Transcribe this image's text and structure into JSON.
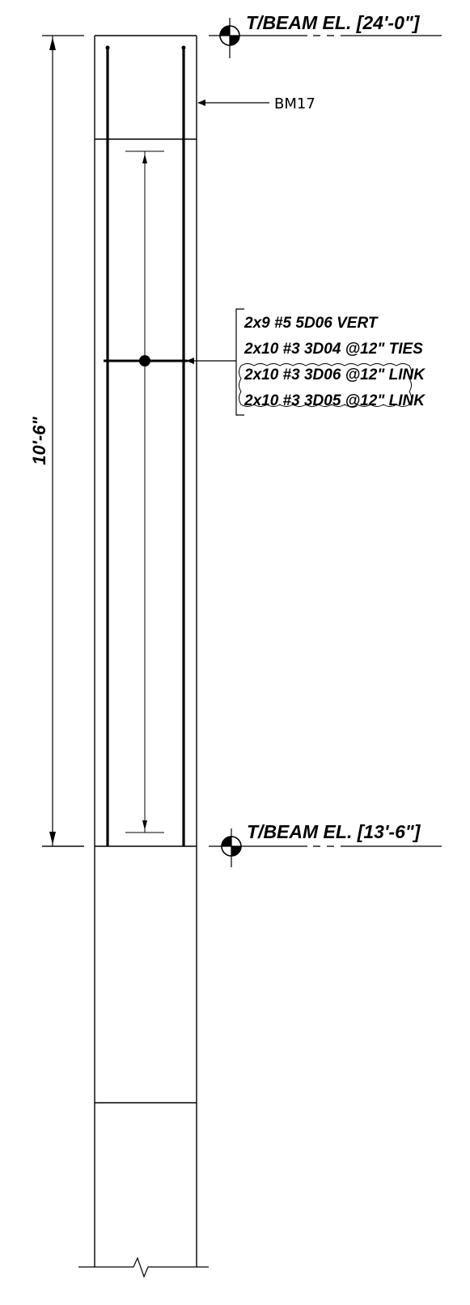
{
  "drawing": {
    "top_elevation": "T/BEAM EL. [24'-0\"]",
    "bottom_elevation": "T/BEAM EL. [13'-6\"]",
    "beam_mark": "BM17",
    "height_dimension": "10'-6\"",
    "rebar_notes": [
      "2x9 #5 5D06 VERT",
      "2x10 #3 3D04 @12\" TIES",
      "2x10 #3 3D06 @12\" LINK",
      "2x10 #3 3D05 @12\" LINK"
    ]
  },
  "colors": {
    "line": "#000000",
    "background": "#ffffff"
  }
}
